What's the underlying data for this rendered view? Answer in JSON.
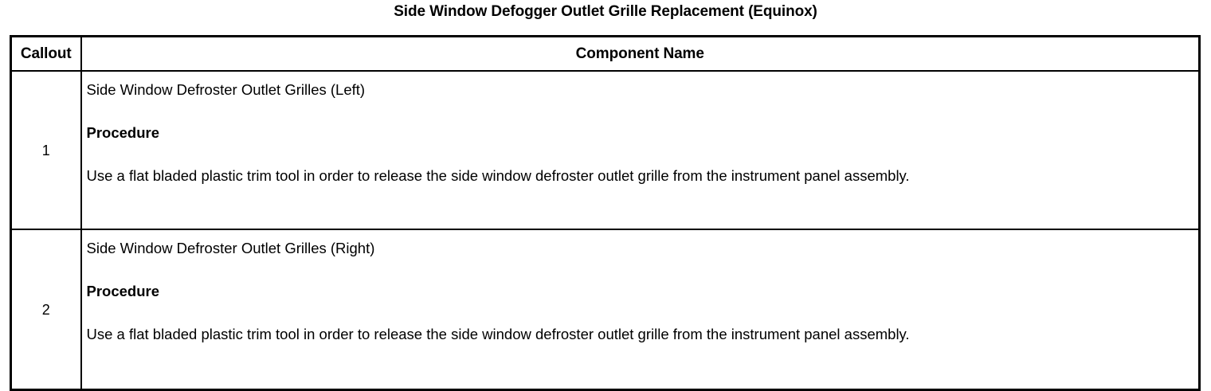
{
  "document": {
    "title": "Side Window Defogger Outlet Grille Replacement (Equinox)"
  },
  "table": {
    "headers": {
      "callout": "Callout",
      "component_name": "Component Name"
    },
    "rows": [
      {
        "callout": "1",
        "component_name": "Side Window Defroster Outlet Grilles (Left)",
        "procedure_heading": "Procedure",
        "procedure_text": "Use a flat bladed plastic trim tool in order to release the side window defroster outlet grille from the instrument panel assembly."
      },
      {
        "callout": "2",
        "component_name": "Side Window Defroster Outlet Grilles (Right)",
        "procedure_heading": "Procedure",
        "procedure_text": "Use a flat bladed plastic trim tool in order to release the side window defroster outlet grille from the instrument panel assembly."
      }
    ]
  },
  "colors": {
    "text": "#000000",
    "background": "#ffffff",
    "border": "#000000"
  }
}
